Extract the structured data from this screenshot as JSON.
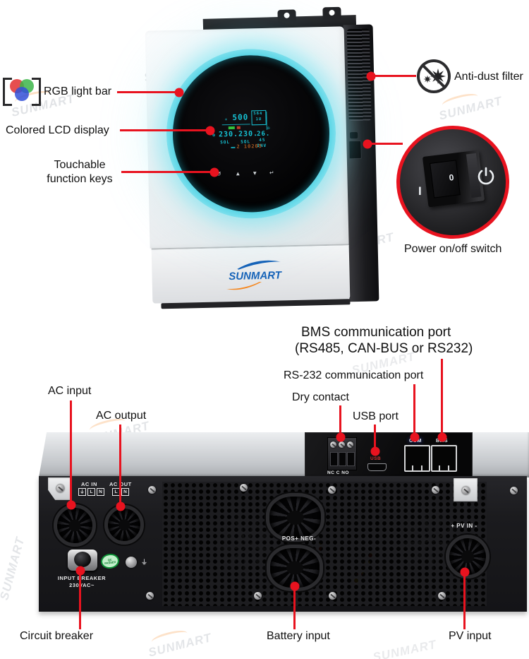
{
  "brand": {
    "logo_text": "SUNMART",
    "watermark_text": "SUNMART"
  },
  "colors": {
    "callout_red": "#e8131f",
    "ring_cyan": "#3fd5e6",
    "lcd_cyan": "#16c2d4",
    "logo_blue": "#1563b8",
    "logo_orange": "#f5871f"
  },
  "front": {
    "rgb_label": "RGB light bar",
    "lcd_label": "Colored LCD display",
    "keys_label_line1": "Touchable",
    "keys_label_line2": "function keys",
    "antidust_label": "Anti-dust filter",
    "power_switch_label": "Power on/off switch",
    "switch_marks": {
      "on": "I",
      "off": "0"
    },
    "function_keys": [
      "↺",
      "▲",
      "▼",
      "↵"
    ],
    "lcd": {
      "pv_power": "500",
      "top_box_value": "564",
      "top_box_unit": "1U",
      "left_voltage": "230.",
      "mid_voltage": "230.",
      "right_value": "26.",
      "left_mode": "SOL",
      "mid_mode": "SOL",
      "temp": "45",
      "right_mode": "INV",
      "bottom_code": "2 10205"
    }
  },
  "rear": {
    "labels": {
      "bms_line1": "BMS communication port",
      "bms_line2": "(RS485, CAN-BUS or RS232)",
      "rs232": "RS-232 communication port",
      "dry_contact": "Dry contact",
      "usb": "USB port",
      "ac_input": "AC input",
      "ac_output": "AC output",
      "circuit_breaker": "Circuit breaker",
      "battery_input": "Battery input",
      "pv_input": "PV input"
    },
    "markings": {
      "ac_in": "AC IN",
      "ac_in_pins": [
        "⏚",
        "L",
        "N"
      ],
      "ac_out": "AC OUT",
      "ac_out_pins": [
        "L",
        "N"
      ],
      "breaker_line1": "INPUT BREAKER",
      "breaker_line2": "230VAC~",
      "qc_sticker": "QC PASSED",
      "battery": "POS+  NEG-",
      "pv": "+ PV IN -",
      "dry_pins": "NC C NO",
      "usb_port": "USB",
      "com_port": "COM",
      "bms_port": "BMS"
    }
  }
}
